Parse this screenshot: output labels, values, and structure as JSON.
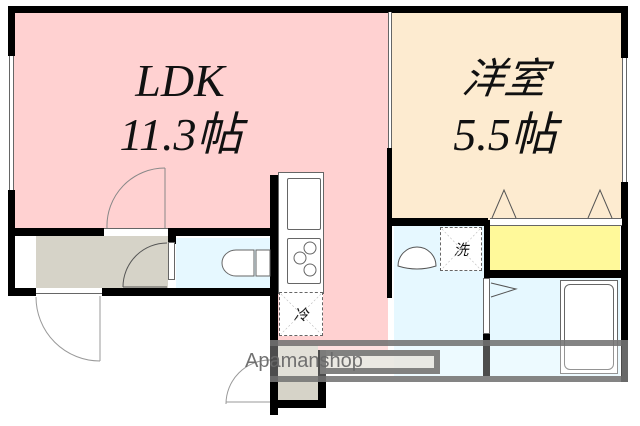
{
  "floorplan": {
    "rooms": {
      "ldk": {
        "name": "LDK",
        "size": "11.3帖",
        "color": "#ffd1d1"
      },
      "western_room": {
        "name": "洋室",
        "size": "5.5帖",
        "color": "#fdebd0"
      },
      "wet_area_color": "#e6f8ff",
      "entrance_color": "#d6d3c8",
      "closet_color": "#fff99a"
    },
    "fixtures": {
      "refrigerator_label": "冷",
      "washer_label": "洗"
    },
    "watermark": "Apamanshop"
  }
}
